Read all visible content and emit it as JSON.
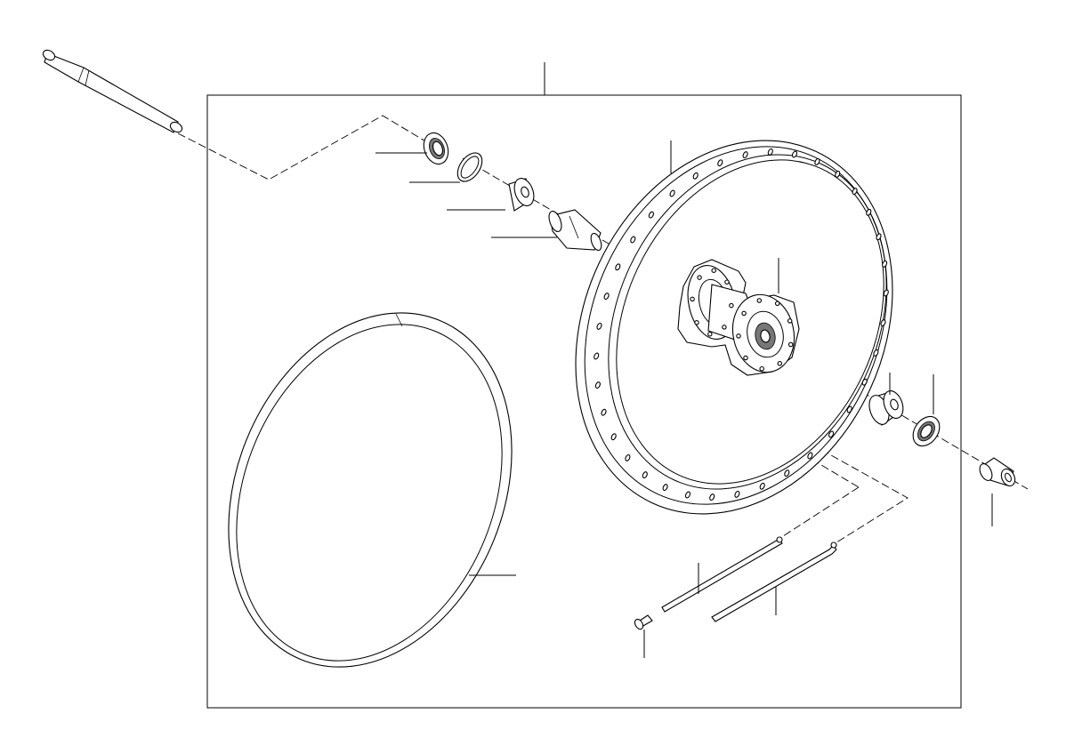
{
  "diagram": {
    "type": "exploded-parts-diagram",
    "parts": [
      {
        "id": "wheel-axle"
      },
      {
        "id": "left-shaft-seal"
      },
      {
        "id": "circlip"
      },
      {
        "id": "left-ball-bearing"
      },
      {
        "id": "spacer-sleeve"
      },
      {
        "id": "rim"
      },
      {
        "id": "wheel-hub"
      },
      {
        "id": "right-ball-bearing"
      },
      {
        "id": "right-shaft-seal"
      },
      {
        "id": "axle-bush"
      },
      {
        "id": "rim-tape"
      },
      {
        "id": "inner-spoke"
      },
      {
        "id": "outer-spoke"
      },
      {
        "id": "spoke-nipple"
      }
    ],
    "colors": {
      "line": "#000000",
      "background": "#ffffff"
    }
  }
}
